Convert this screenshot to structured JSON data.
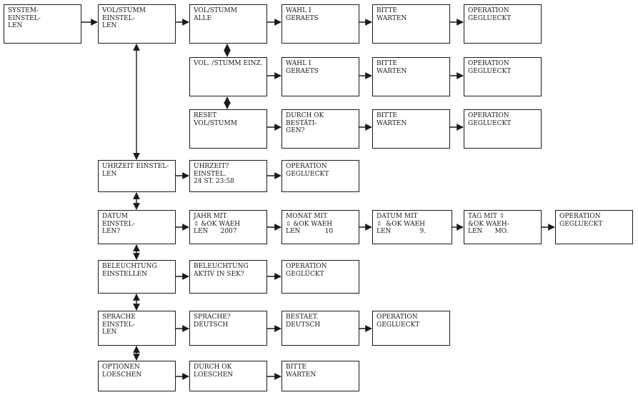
{
  "colors": {
    "stroke": "#1a1a1a",
    "background": "#ffffff"
  },
  "boxes": {
    "sys_root": "SYSTEM-\nEINSTEL-\nLEN",
    "vol_root": "VOL/STUMM\nEINSTEL-\nLEN",
    "vol_alle": "VOL/STUMM\nALLE",
    "vol_alle_wahl": "WAHL I\nGERAETS",
    "vol_alle_warten": "BITTE\nWARTEN",
    "vol_alle_op": "OPERATION\nGEGLUECKT",
    "vol_einz": "VOL. /STUMM EINZ.",
    "vol_einz_wahl": "WAHL I\nGERAETS",
    "vol_einz_warten": "BITTE\nWARTEN",
    "vol_einz_op": "OPERATION\nGEGLUECKT",
    "reset": "RESET\nVOL/STUMM",
    "reset_ok": "DURCH OK\nBESTÄTI-\nGEN?",
    "reset_warten": "BITTE\nWARTEN",
    "reset_op": "OPERATION\nGEGLUECKT",
    "uhr_root": "UHRZEIT EINSTEL-\nLEN",
    "uhr_q": "UHRZEIT?\nEINSTEL.\n24 ST. 23:58",
    "uhr_op": "OPERATION\nGEGLUECKT",
    "dat_root": "DATUM\nEINSTEL-\nLEN?",
    "dat_jahr": "JAHR MIT\n⇳ &OK WAEH\nLEN      2007",
    "dat_monat": "MONAT MIT\n⇳ &OK WAEH\nLEN            10",
    "dat_datum": "DATUM MIT\n⇳  &OK WAEH\nLEN              9.",
    "dat_tag": "TAG MIT ⇳\n&OK WAEH-\nLEN      MO.",
    "dat_op": "OPERATION\nGEGLUECKT",
    "bel_root": "BELEUCHTUNG\nEINSTELLEN",
    "bel_aktiv": "BELEUCHTUNG\nAKTIV IN SEK?",
    "bel_op": "OPERATION\nGEGLÜCKT",
    "spr_root": "SPRACHE\nEINSTEL-\nLEN",
    "spr_q": "SPRACHE?\nDEUTSCH",
    "spr_best": "BESTAET.\nDEUTSCH",
    "spr_op": "OPERATION\nGEGLUECKT",
    "opt_root": "OPTIONEN\nLOESCHEN",
    "opt_ok": "DURCH OK\nLOESCHEN",
    "opt_warten": "BITTE\nWARTEN"
  }
}
